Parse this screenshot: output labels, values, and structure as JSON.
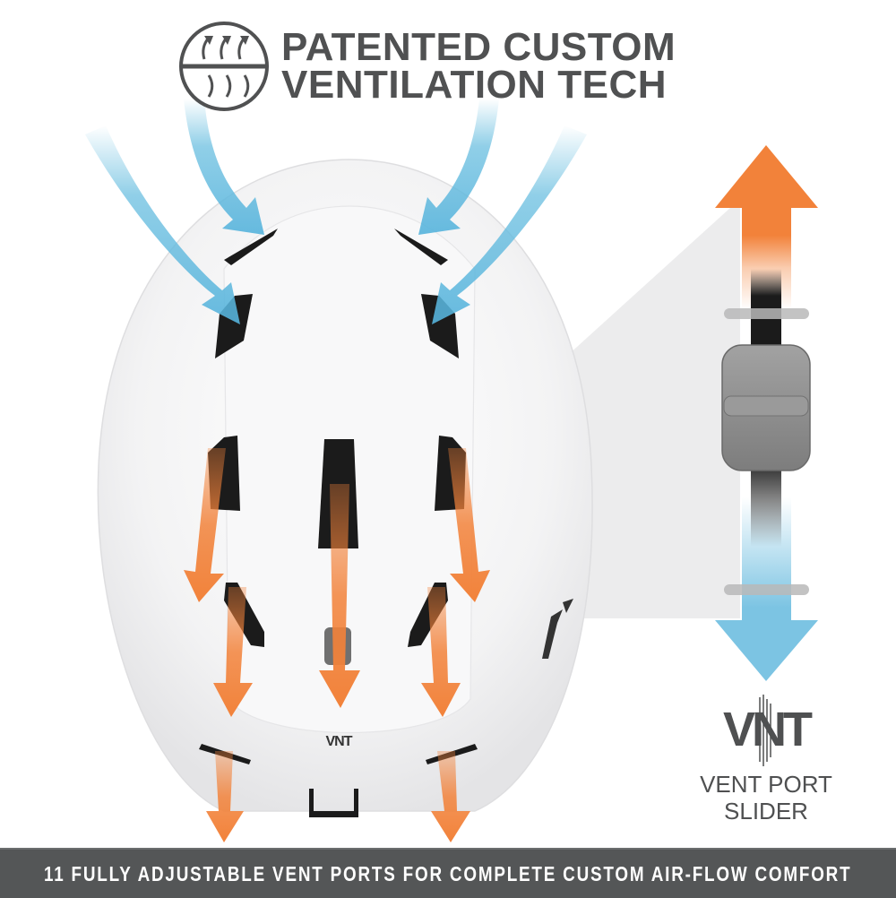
{
  "header": {
    "title_line1": "PATENTED CUSTOM",
    "title_line2": "VENTILATION TECH",
    "icon": "ventilation-airflow-icon"
  },
  "diagram": {
    "subject": "helmet top view",
    "intake_arrows_count": 4,
    "exhaust_arrows_count": 7,
    "helmet_logo": "VNT",
    "colors": {
      "intake_blue": "#6bbfe0",
      "exhaust_orange": "#f2823a",
      "helmet_white": "#f4f4f5",
      "vent_black": "#1b1b1b",
      "text_gray": "#505152",
      "slider_gray": "#8e8e8e"
    }
  },
  "slider_callout": {
    "logo": "VNT",
    "label_line1": "VENT PORT",
    "label_line2": "SLIDER",
    "up_arrow_color": "#f2823a",
    "down_arrow_color": "#7cc4e3"
  },
  "footer": {
    "text": "11 FULLY ADJUSTABLE VENT PORTS FOR COMPLETE CUSTOM AIR-FLOW COMFORT",
    "background": "#545657"
  }
}
